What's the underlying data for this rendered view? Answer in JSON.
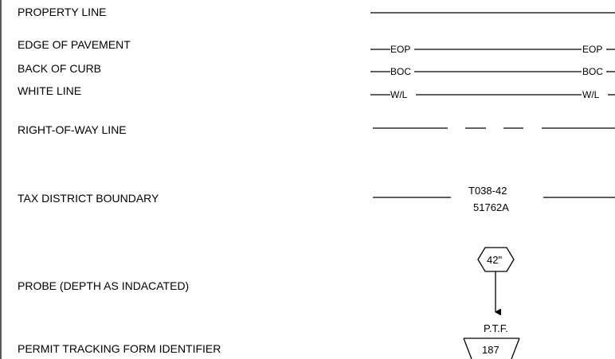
{
  "legend": {
    "property_line": {
      "label": "PROPERTY LINE"
    },
    "edge_of_pavement": {
      "label": "EDGE OF PAVEMENT",
      "tag_left": "EOP",
      "tag_right": "EOP"
    },
    "back_of_curb": {
      "label": "BACK OF CURB",
      "tag_left": "BOC",
      "tag_right": "BOC"
    },
    "white_line": {
      "label": "WHITE LINE",
      "tag_left": "W/L",
      "tag_right": "W/L"
    },
    "right_of_way": {
      "label": "RIGHT-OF-WAY LINE"
    },
    "tax_district": {
      "label": "TAX DISTRICT BOUNDARY",
      "code_top": "T038-42",
      "code_bottom": "51762A"
    },
    "probe": {
      "label": "PROBE (DEPTH AS INDACATED)",
      "depth": "42\""
    },
    "permit": {
      "label": "PERMIT TRACKING FORM IDENTIFIER",
      "heading": "P.T.F.",
      "number": "187"
    }
  }
}
